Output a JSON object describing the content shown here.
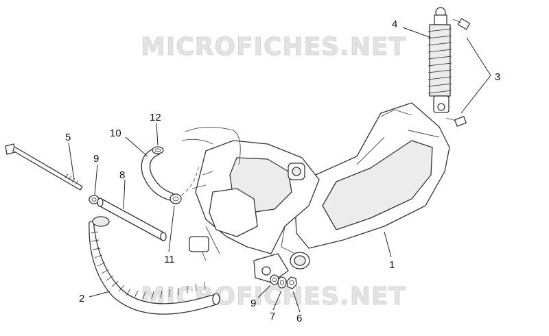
{
  "watermarks": [
    "MICROFICHES.NET",
    "MICROFICHES.NET"
  ],
  "callouts": {
    "c1": "1",
    "c2": "2",
    "c3": "3",
    "c4": "4",
    "c5": "5",
    "c6": "6",
    "c7": "7",
    "c8": "8",
    "c9a": "9",
    "c9b": "9",
    "c10": "10",
    "c11": "11",
    "c12": "12"
  }
}
